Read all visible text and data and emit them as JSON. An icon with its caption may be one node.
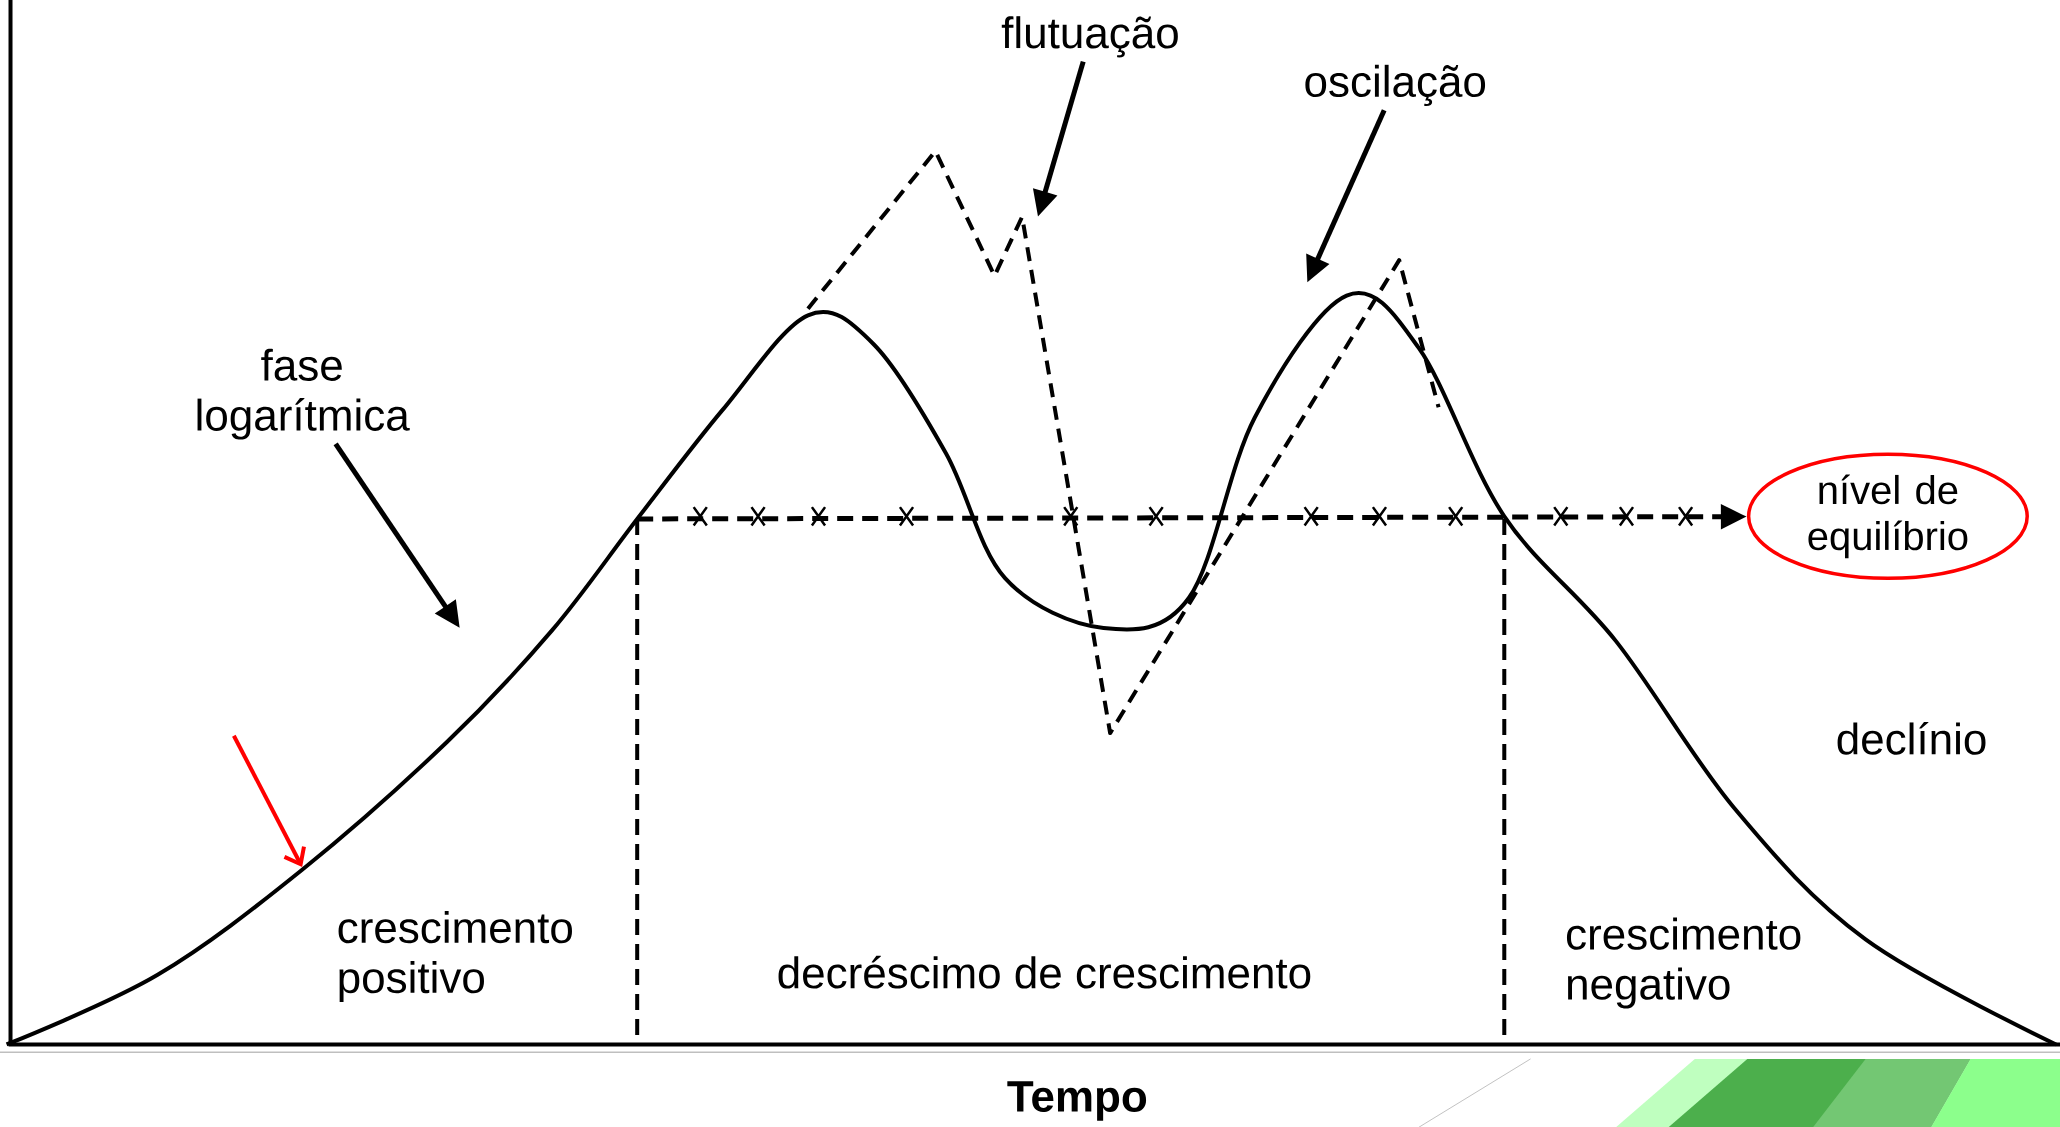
{
  "diagram": {
    "nodes": [
      {
        "text": [
          "fase logarítmica"
        ]
      },
      {
        "text": [
          "flutuação"
        ]
      },
      {
        "text": [
          "oscilação"
        ]
      },
      {
        "text": [
          "nível de equilíbrio"
        ]
      }
    ],
    "edges": [
      {
        "from": 0,
        "to": null,
        "arrow": "to"
      },
      {
        "from": 1,
        "to": null,
        "arrow": "to"
      },
      {
        "from": 2,
        "to": null,
        "arrow": "to"
      },
      {
        "from": null,
        "to": 3,
        "arrow": "to",
        "style": "dashed"
      }
    ],
    "labels": [
      "crescimento positivo",
      "decréscimo de crescimento",
      "crescimento negativo",
      "declínio",
      "Tempo"
    ]
  }
}
